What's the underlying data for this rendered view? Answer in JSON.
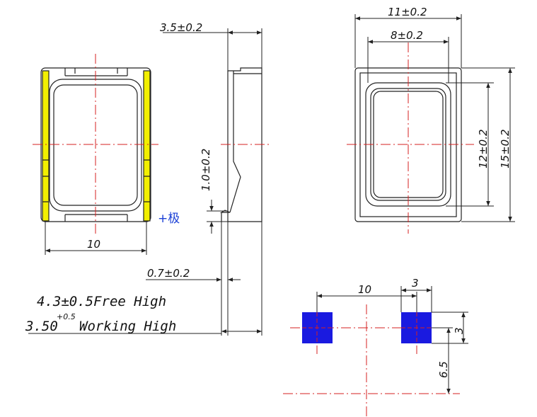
{
  "colors": {
    "line": "#222222",
    "centerline": "#d62020",
    "contact_gold": "#f2ef00",
    "pad_blue": "#1a1ae0",
    "polarity_text": "#1a3fd6"
  },
  "front_view": {
    "width_dim": "10",
    "polarity_label": "+极"
  },
  "side_view": {
    "thickness_dim": "3.5±0.2",
    "offset_dim": "1.0±0.2",
    "contact_dim": "0.7±0.2"
  },
  "top_view": {
    "outer_width_dim": "11±0.2",
    "inner_width_dim": "8±0.2",
    "inner_height_dim": "12±0.2",
    "outer_height_dim": "15±0.2"
  },
  "height_notes": {
    "free_high": "4.3±0.5Free High",
    "working_main": "3.50",
    "working_tolerance": "+0.5",
    "working_label": "Working High"
  },
  "pad_layout": {
    "spacing_dim": "10",
    "pad_width_dim": "3",
    "pad_height_dim": "3",
    "offset_dim": "6.5"
  }
}
